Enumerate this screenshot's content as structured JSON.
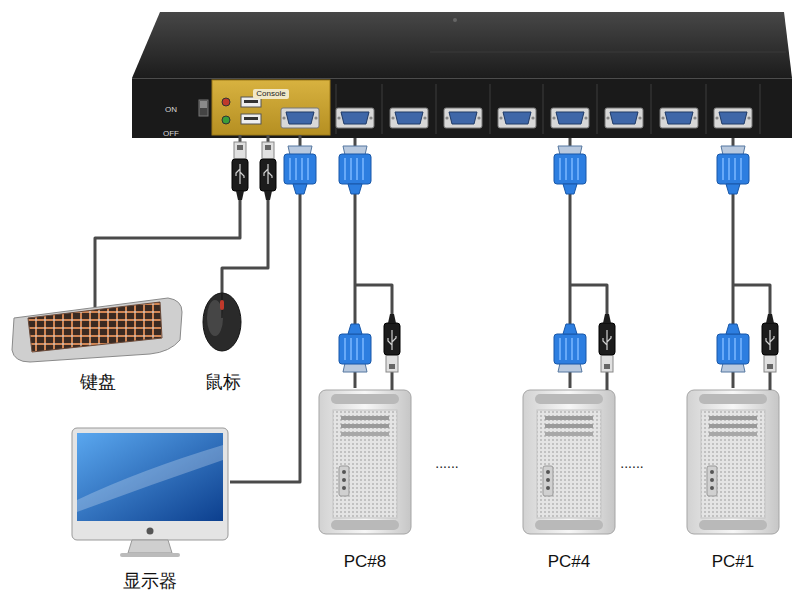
{
  "diagram": {
    "nodes": [
      {
        "text": [
          "ON",
          "OFF"
        ]
      },
      {
        "text": [
          "Console"
        ],
        "in": 0
      },
      {
        "text": [
          "键盘"
        ]
      },
      {
        "text": [
          "鼠标"
        ]
      },
      {
        "text": [
          "显示器"
        ]
      },
      {
        "text": [
          "PC#8"
        ]
      },
      {
        "text": [
          "PC#4"
        ]
      },
      {
        "text": [
          "PC#1"
        ]
      }
    ],
    "edges": [
      {
        "from": 1,
        "to": 2,
        "arrow": "none"
      },
      {
        "from": 1,
        "to": 3,
        "arrow": "none"
      },
      {
        "from": 1,
        "to": 4,
        "arrow": "none"
      },
      {
        "from": 0,
        "to": 5,
        "arrow": "none"
      },
      {
        "from": 0,
        "to": 6,
        "arrow": "none"
      },
      {
        "from": 0,
        "to": 7,
        "arrow": "none"
      }
    ],
    "labels": [
      "......",
      "......"
    ]
  }
}
